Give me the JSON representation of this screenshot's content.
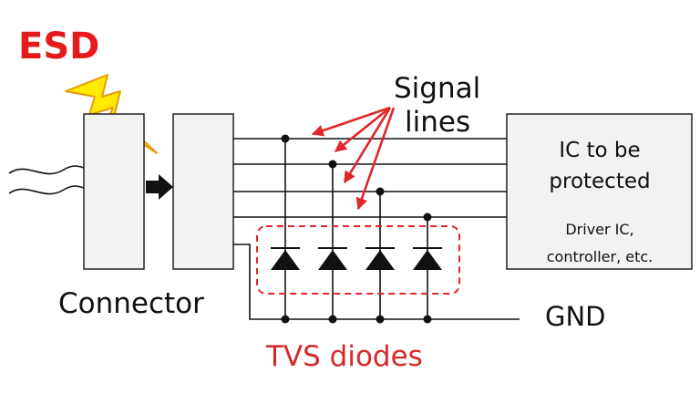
{
  "labels": {
    "esd": "ESD",
    "signal_line1": "Signal",
    "signal_line2": "lines",
    "connector": "Connector",
    "ic_line1": "IC to be",
    "ic_line2": "protected",
    "ic_sub1": "Driver IC,",
    "ic_sub2": "controller, etc.",
    "gnd": "GND",
    "tvs": "TVS diodes"
  },
  "colors": {
    "esd_text": "#e51b1b",
    "tvs_text": "#d42a2a",
    "arrow_red": "#e0262a",
    "lightning_fill": "#ffea00",
    "lightning_stroke": "#e89a0c",
    "box_fill": "#f2f2f2",
    "line": "#111111",
    "dashed_box": "#e0262a"
  }
}
